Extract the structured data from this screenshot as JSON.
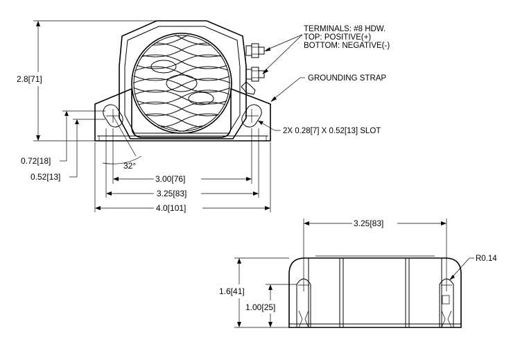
{
  "notes": {
    "terminals_line1": "TERMINALS: #8 HDW.",
    "terminals_line2": "TOP: POSITIVE(+)",
    "terminals_line3": "BOTTOM: NEGATIVE(-)",
    "grounding_strap": "GROUNDING STRAP",
    "slot": "2X 0.28[7] X 0.52[13] SLOT",
    "radius": "R0.14"
  },
  "front_view": {
    "height": "2.8[71]",
    "slot_height_upper": "0.72[18]",
    "slot_height_lower": "0.52[13]",
    "angle": "32°",
    "width_inner": "3.00[76]",
    "width_mid": "3.25[83]",
    "width_overall": "4.0[101]"
  },
  "side_view": {
    "hole_spacing": "3.25[83]",
    "height": "1.6[41]",
    "hole_height": "1.00[25]"
  }
}
